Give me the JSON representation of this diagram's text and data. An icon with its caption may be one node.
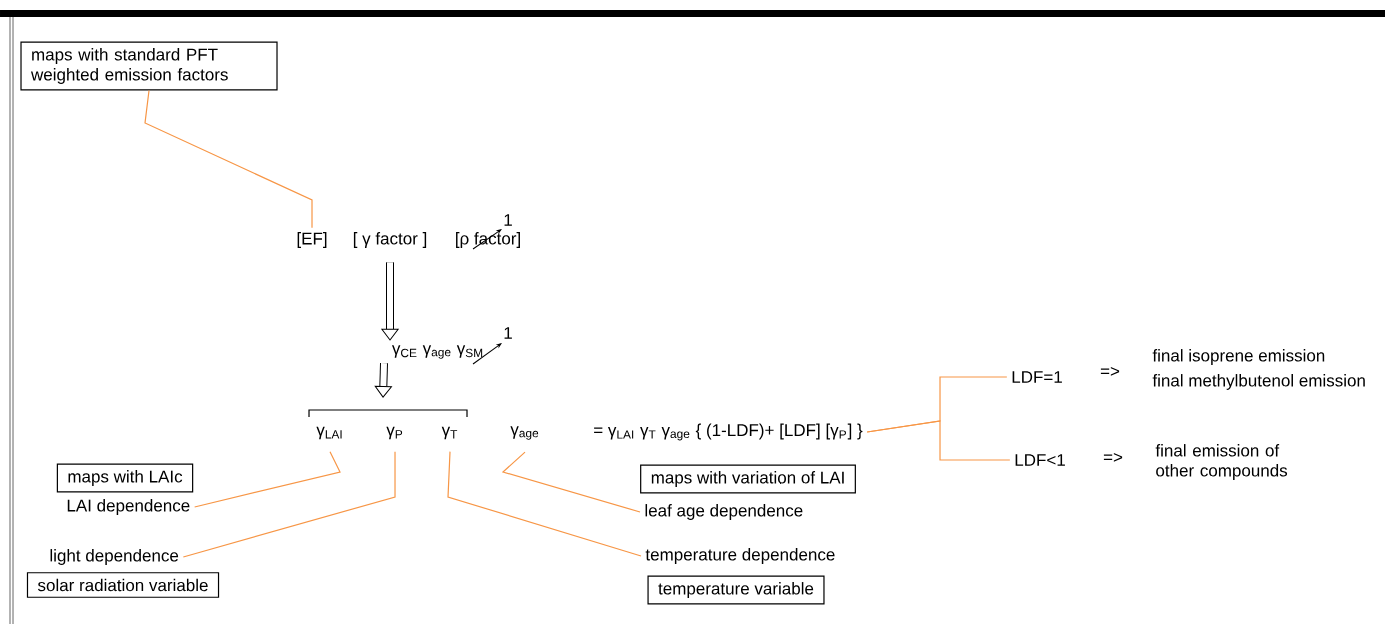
{
  "diagram": {
    "nodes": [
      {
        "text": [
          "maps with standard PFT weighted emission factors"
        ]
      },
      {
        "text": [
          "[EF]"
        ]
      },
      {
        "text": [
          "[ γ factor ]"
        ]
      },
      {
        "text": [
          "[ρ factor]"
        ]
      },
      {
        "text": [
          "γ$_{CE}$  γ$_{age}$  γ$_{SM}$"
        ]
      },
      {
        "text": [
          "γ$_{LAI}$"
        ]
      },
      {
        "text": [
          "γ$_{P}$"
        ]
      },
      {
        "text": [
          "γ$_{T}$"
        ]
      },
      {
        "text": [
          "γ$_{age}$"
        ]
      },
      {
        "text": [
          "=  γ$_{LAI}$ γ$_{T}$ γ$_{age}$ { (1-LDF)+  [LDF] [γ$_{P}$] }"
        ]
      },
      {
        "text": [
          "LDF=1"
        ]
      },
      {
        "text": [
          "LDF<1"
        ]
      },
      {
        "text": [
          "maps with LAIc"
        ]
      },
      {
        "text": [
          "LAI dependence"
        ]
      },
      {
        "text": [
          "light dependence"
        ]
      },
      {
        "text": [
          "solar radiation variable"
        ]
      },
      {
        "text": [
          "maps with variation of LAI"
        ]
      },
      {
        "text": [
          "leaf age dependence"
        ]
      },
      {
        "text": [
          "temperature dependence"
        ]
      },
      {
        "text": [
          "temperature variable"
        ]
      }
    ],
    "edges": [
      {
        "from": 0,
        "to": 1,
        "arrow": "none"
      },
      {
        "from": 2,
        "to": 4,
        "arrow": "to",
        "style": "thick",
        "color": "#000000"
      },
      {
        "from": 4,
        "to": null,
        "arrow": "to",
        "style": "thick",
        "color": "#000000"
      },
      {
        "from": 9,
        "to": 10,
        "arrow": "none"
      },
      {
        "from": 9,
        "to": 11,
        "arrow": "none"
      },
      {
        "from": 5,
        "to": 13,
        "arrow": "none"
      },
      {
        "from": 6,
        "to": 14,
        "arrow": "none"
      },
      {
        "from": 8,
        "to": 17,
        "arrow": "none"
      },
      {
        "from": 7,
        "to": 18,
        "arrow": "none"
      }
    ],
    "labels": [
      "1",
      "1",
      "=>",
      "final isoprene emission",
      "final methylbutenol emission",
      "=>",
      "final emission of other compounds"
    ]
  }
}
